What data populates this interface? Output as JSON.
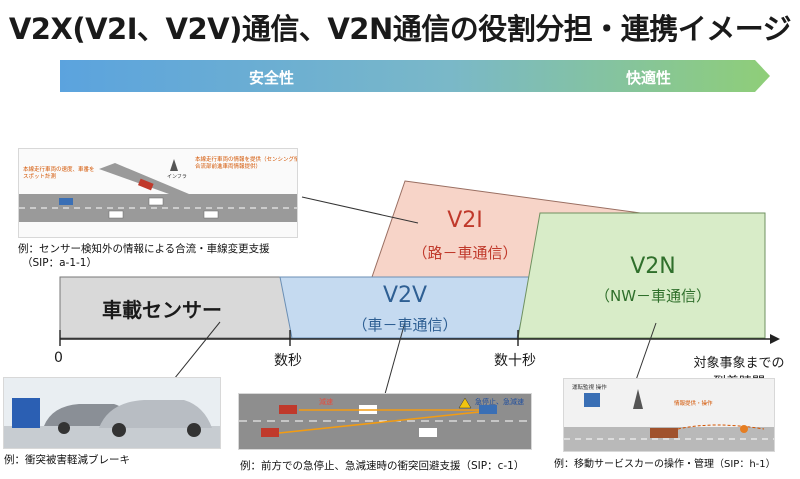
{
  "title": "V2X(V2I、V2V)通信、V2N通信の役割分担・連携イメージ",
  "banner": {
    "left_label": "安全性",
    "right_label": "快適性",
    "colors": {
      "start": "#5ba3de",
      "end": "#8fce78"
    }
  },
  "regions": {
    "sensor": {
      "label": "車載センサー",
      "color": "#d9d9d9"
    },
    "v2v": {
      "label": "V2V",
      "sub": "（車－車通信）",
      "color": "#c5daf0",
      "label_color": "#2e5f93"
    },
    "v2i": {
      "label": "V2I",
      "sub": "（路－車通信）",
      "color": "#f7d4c8",
      "label_color": "#c0392b"
    },
    "v2n": {
      "label": "V2N",
      "sub": "（NW－車通信）",
      "color": "#d8ecc8",
      "label_color": "#2f6f2b"
    }
  },
  "axis": {
    "ticks": [
      "0",
      "数秒",
      "数十秒"
    ],
    "end_label_line1": "対象事象までの",
    "end_label_line2": "到着時間"
  },
  "examples": {
    "merge": {
      "caption_line1": "例：センサー検知外の情報による合流・車線変更支援",
      "caption_line2": "（SIP：a-1-1）",
      "note_left": "本線走行車両の速度、車番を\nスポット計測",
      "note_right": "本線走行車両の情報を提供（センシング情報\n合流部前進車両情報提供）",
      "sensor_tag": "インフラ"
    },
    "brake": {
      "caption": "例：衝突被害軽減ブレーキ"
    },
    "avoid": {
      "caption": "例：前方での急停止、急減速時の衝突回避支援（SIP：c-1）",
      "tag_decel": "減速",
      "tag_stop": "急停止、急減速"
    },
    "mobility": {
      "caption": "例：移動サービスカーの操作・管理（SIP：h-1）",
      "tag_center": "運転監視 操作",
      "tag_info": "情報提供・操作"
    }
  }
}
